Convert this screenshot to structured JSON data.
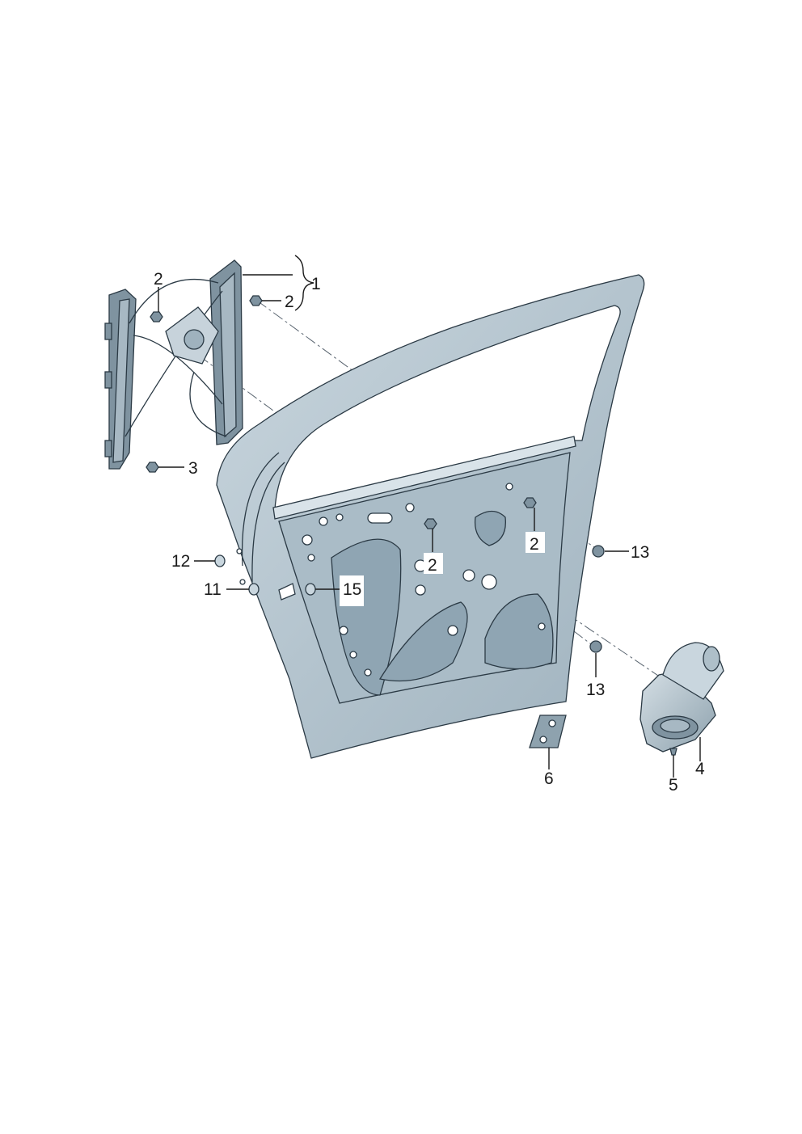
{
  "callouts": {
    "c1": "1",
    "c2a": "2",
    "c2b": "2",
    "c2c": "2",
    "c2d": "2",
    "c3": "3",
    "c4": "4",
    "c5": "5",
    "c6": "6",
    "c11": "11",
    "c12": "12",
    "c13a": "13",
    "c13b": "13",
    "c15": "15"
  },
  "colors": {
    "part_fill": "#b9c8d2",
    "part_dark": "#7f93a0",
    "outline": "#2b3a45",
    "background": "#ffffff"
  },
  "icons": {
    "fastener": "hex-nut-icon"
  }
}
